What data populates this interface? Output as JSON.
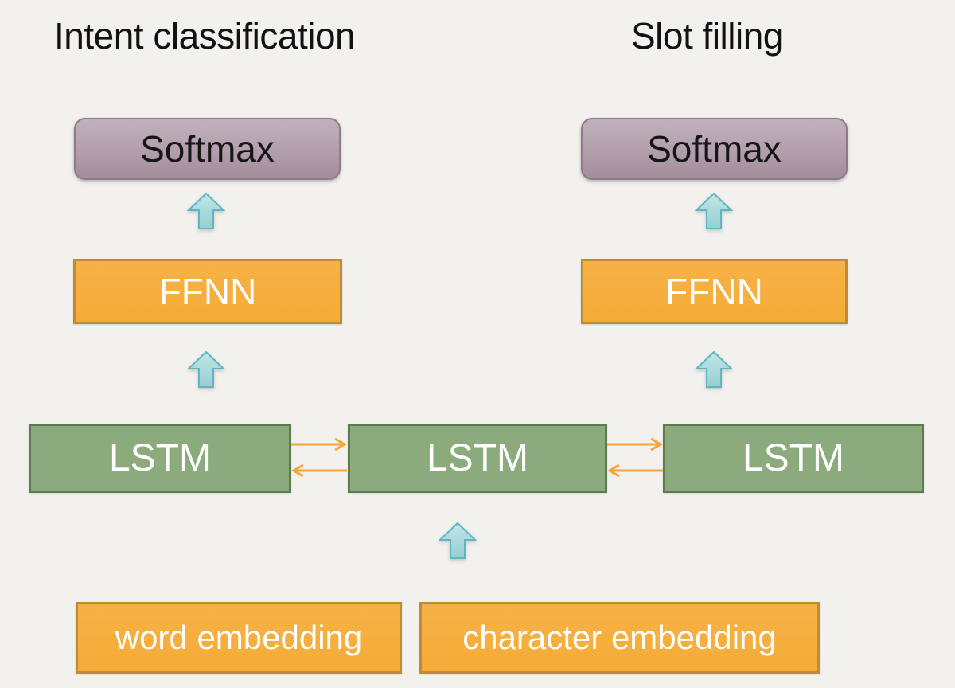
{
  "titles": {
    "intent": "Intent classification",
    "slot": "Slot filling"
  },
  "nodes": {
    "softmax_left": {
      "label": "Softmax"
    },
    "softmax_right": {
      "label": "Softmax"
    },
    "ffnn_left": {
      "label": "FFNN"
    },
    "ffnn_right": {
      "label": "FFNN"
    },
    "lstm_1": {
      "label": "LSTM"
    },
    "lstm_2": {
      "label": "LSTM"
    },
    "lstm_3": {
      "label": "LSTM"
    },
    "word_embedding": {
      "label": "word embedding"
    },
    "character_embedding": {
      "label": "character embedding"
    }
  },
  "icons": {
    "up_arrow": "block-arrow-up",
    "forward_arrow": "thin-arrow-right",
    "backward_arrow": "thin-arrow-left"
  },
  "colors": {
    "background": "#F2F1EE",
    "orange_fill": "#F6AE3D",
    "orange_border": "#BE8C36",
    "green_fill": "#8CAB7C",
    "green_border": "#5E7A50",
    "mauve_fill_top": "#C1B1BC",
    "mauve_fill_bottom": "#A48D9B",
    "mauve_border": "#8E7A88",
    "teal_fill": "#A9DADC",
    "teal_border": "#5FB6C1",
    "connector_orange": "#F6A43C",
    "title_text": "#121212",
    "light_text": "#FFFFFF"
  }
}
